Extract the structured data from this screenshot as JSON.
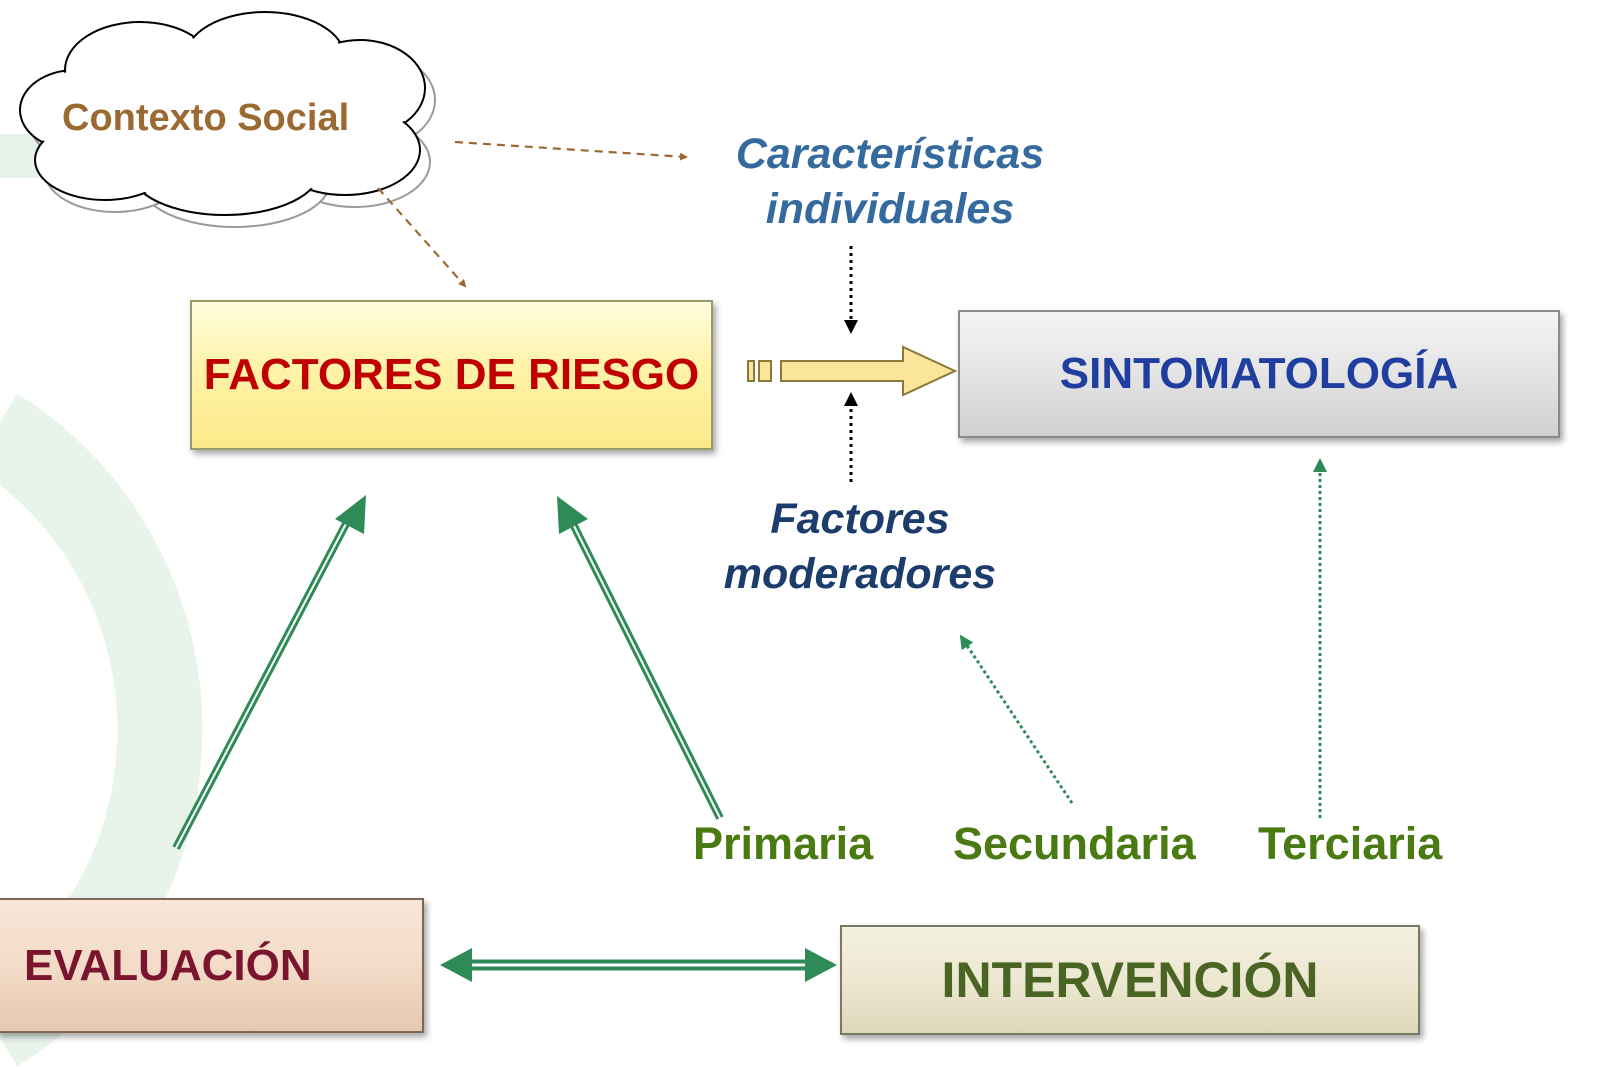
{
  "nodes": {
    "contexto_social": "Contexto Social",
    "caracteristicas_individuales": [
      "Características",
      "individuales"
    ],
    "factores_riesgo": "FACTORES DE RIESGO",
    "sintomatologia": "SINTOMATOLOGÍA",
    "factores_moderadores": [
      "Factores",
      "moderadores"
    ],
    "primaria": "Primaria",
    "secundaria": "Secundaria",
    "terciaria": "Terciaria",
    "evaluacion": "EVALUACIÓN",
    "intervencion": "INTERVENCIÓN"
  },
  "colors": {
    "contexto_text": "#9b6a32",
    "context_arrow": "#9b6a32",
    "caracteristicas_text": "#356a9f",
    "moderadores_text": "#1c3d6b",
    "riesgo_text": "#c00000",
    "sintomatologia_text": "#1f3e9f",
    "evaluacion_text": "#7a1530",
    "intervencion_text": "#4a6424",
    "prevention_text": "#4a7a12",
    "green_arrow": "#2e8b57",
    "center_arrow_fill": "#fbe59a",
    "background_ring": "#e8f4ea"
  }
}
